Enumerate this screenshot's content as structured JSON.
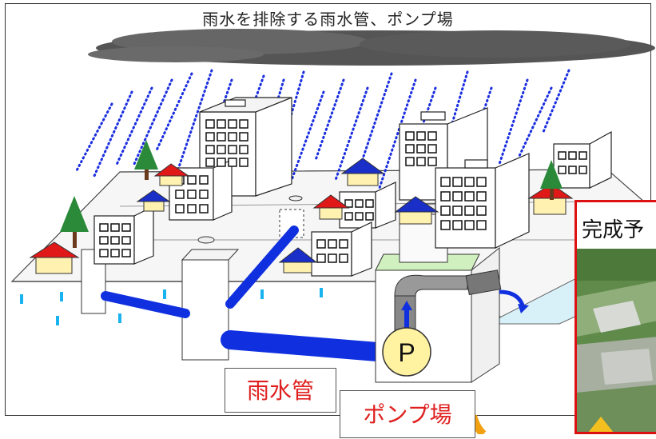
{
  "title": "雨水を排除する雨水管、ポンプ場",
  "labels": {
    "pipe": "雨水管",
    "pump_station": "ポンプ場",
    "pump_symbol": "P",
    "completion_caption": "完成予"
  },
  "colors": {
    "pipe": "#1030e0",
    "rain": "#1a2ee0",
    "label_text": "#e02020",
    "roof_red": "#e01818",
    "roof_blue": "#1a2ec8",
    "panel_border": "#d11111"
  }
}
